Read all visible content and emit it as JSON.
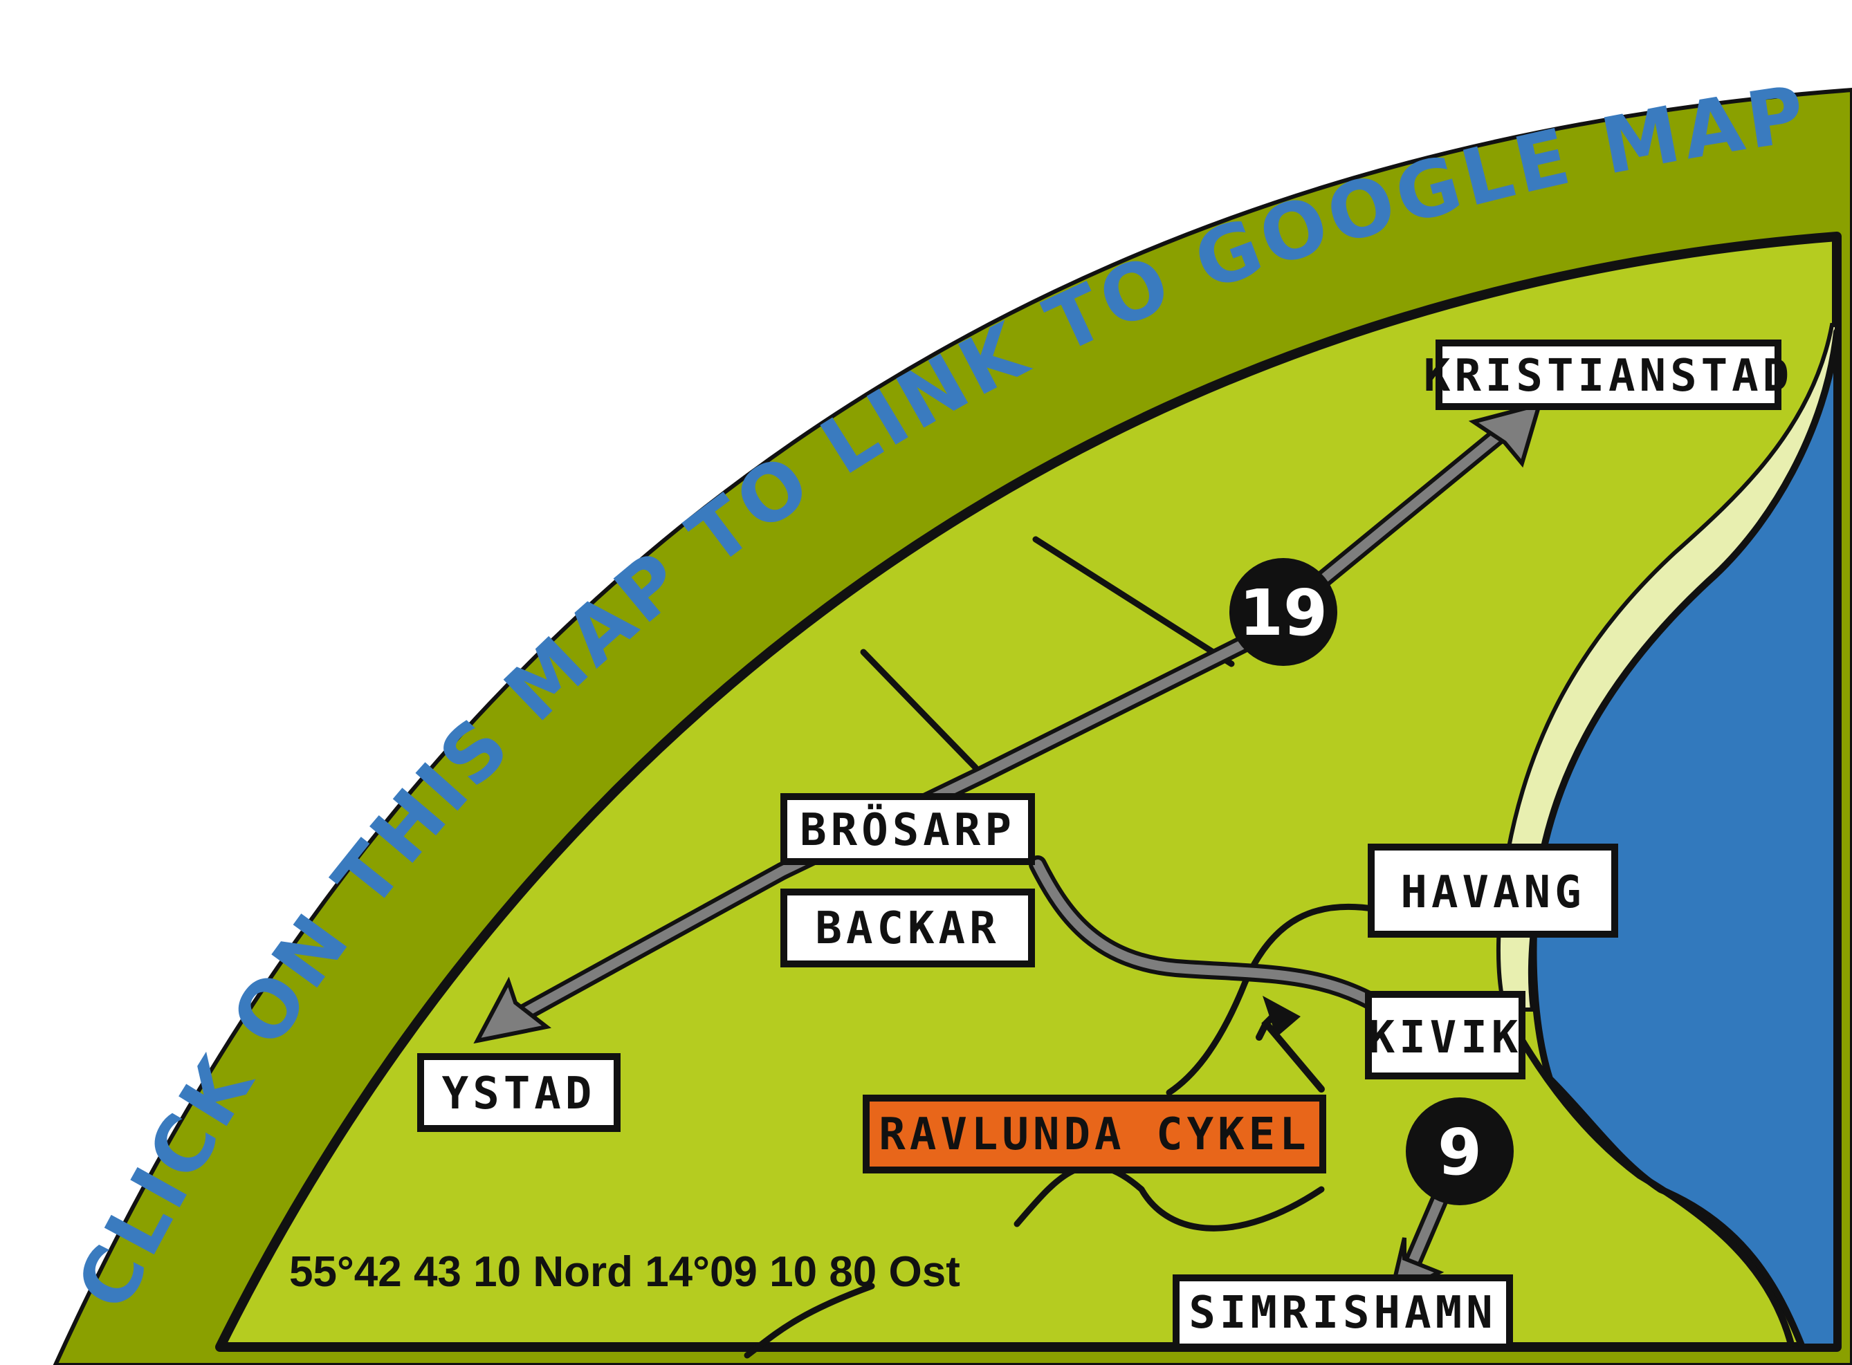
{
  "banner": {
    "text": "CLICK ON THIS MAP TO LINK TO GOOGLE MAP",
    "color": "#3a7bbf"
  },
  "colors": {
    "land": "#b5cc20",
    "border": "#8aa000",
    "water": "#3279bd",
    "beach": "#e8efb0",
    "road": "#7e7e7e",
    "ink": "#111111",
    "highlight": "#e8661a"
  },
  "places": {
    "kristianstad": "KRISTIANSTAD",
    "brosarp": "BRÖSARP",
    "backar": "BACKAR",
    "havang": "HAVANG",
    "kivik": "KIVIK",
    "ystad": "YSTAD",
    "ravlunda": "RAVLUNDA CYKEL",
    "simrishamn": "SIMRISHAMN"
  },
  "routes": {
    "r19": "19",
    "r9": "9"
  },
  "coordinates": "55°42 43 10  Nord 14°09 10 80  Ost",
  "icons": {
    "arrow": "arrow-icon",
    "route_marker": "route-marker-icon"
  }
}
